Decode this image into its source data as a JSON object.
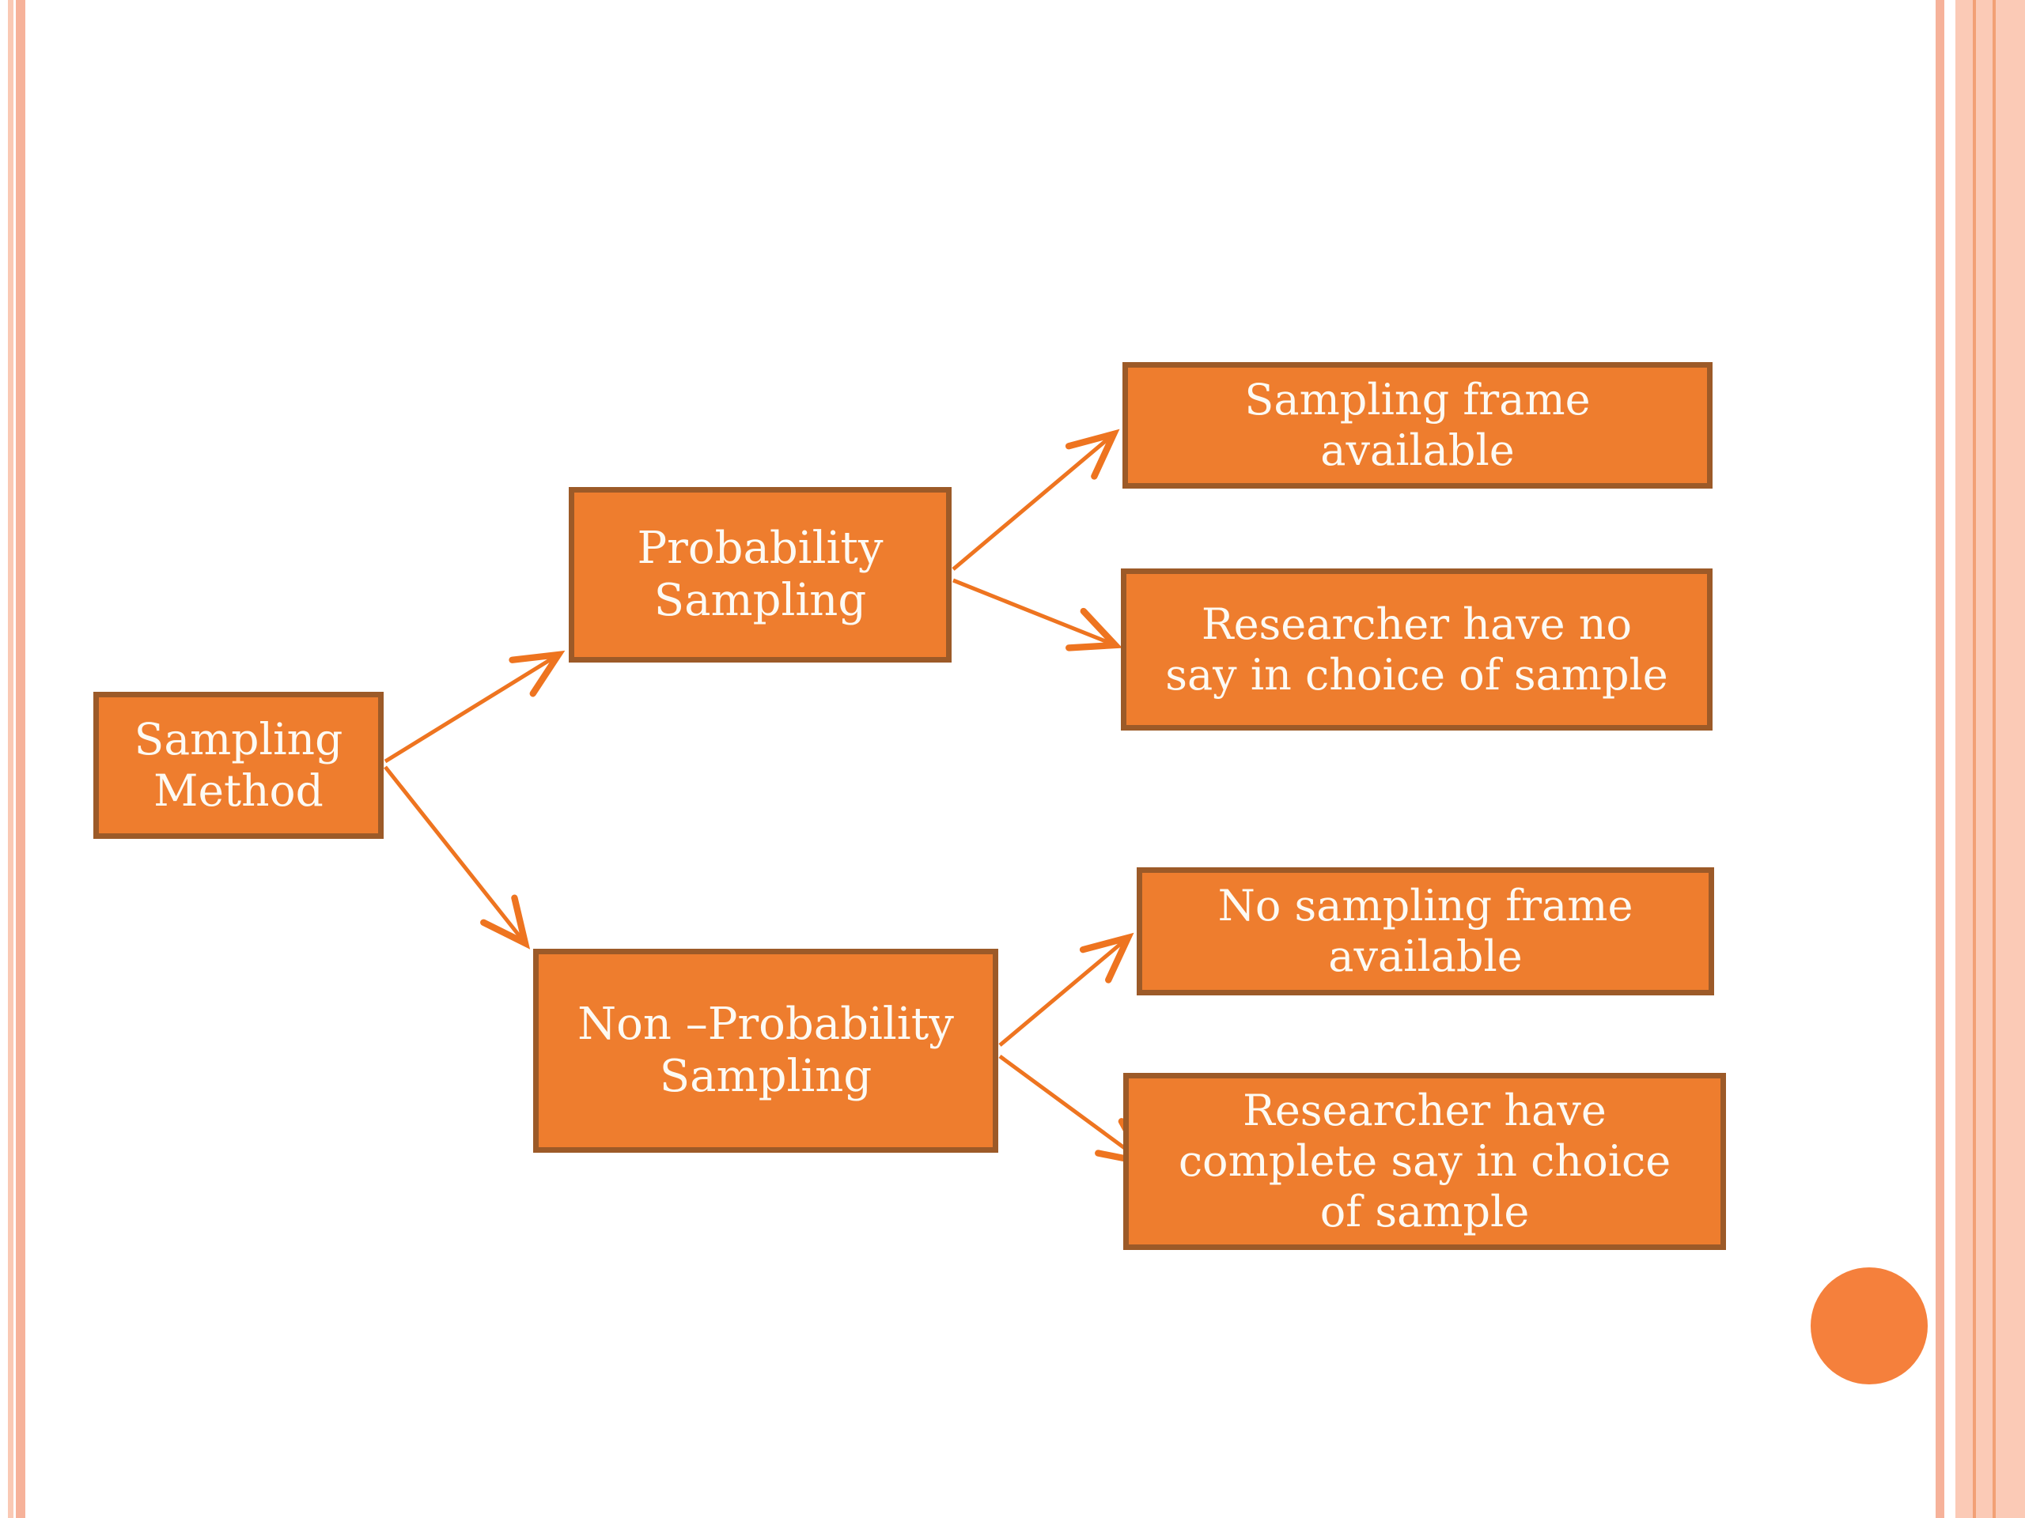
{
  "diagram": {
    "root": {
      "label": "Sampling\nMethod"
    },
    "level1": [
      {
        "label": "Probability\nSampling"
      },
      {
        "label": "Non –Probability\nSampling"
      }
    ],
    "level2": [
      {
        "label": "Sampling frame\navailable"
      },
      {
        "label": "Researcher have no\nsay in choice of sample"
      },
      {
        "label": "No sampling frame\navailable"
      },
      {
        "label": "Researcher have\ncomplete say in choice\nof sample"
      }
    ]
  },
  "colors": {
    "box_fill": "#ee7d2e",
    "box_border": "#9c5a28",
    "box_text": "#fdfaf3",
    "arrow": "#ee7420",
    "accent_circle": "#f5803c",
    "stripe_light": "#fbcab6",
    "stripe_medium": "#f6b29a",
    "stripe_line": "#f2a075",
    "background": "#ffffff"
  }
}
